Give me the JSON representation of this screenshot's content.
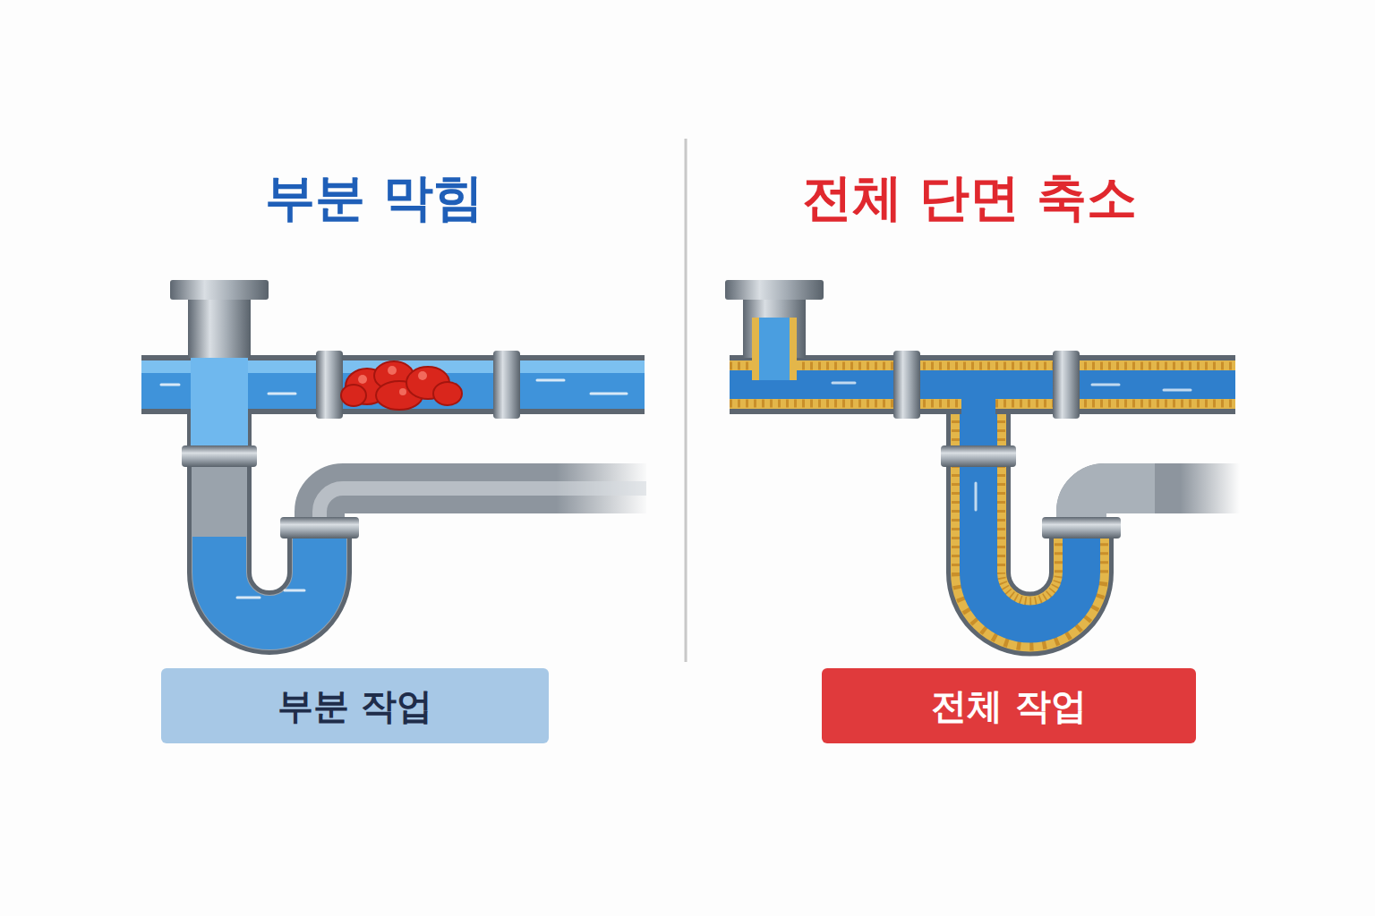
{
  "diagram": {
    "nodes": [
      {
        "text": [
          "부분 작업"
        ]
      },
      {
        "text": [
          "전체 작업"
        ]
      }
    ],
    "labels": [
      "부분 막힘",
      "전체 단면 축소"
    ]
  }
}
